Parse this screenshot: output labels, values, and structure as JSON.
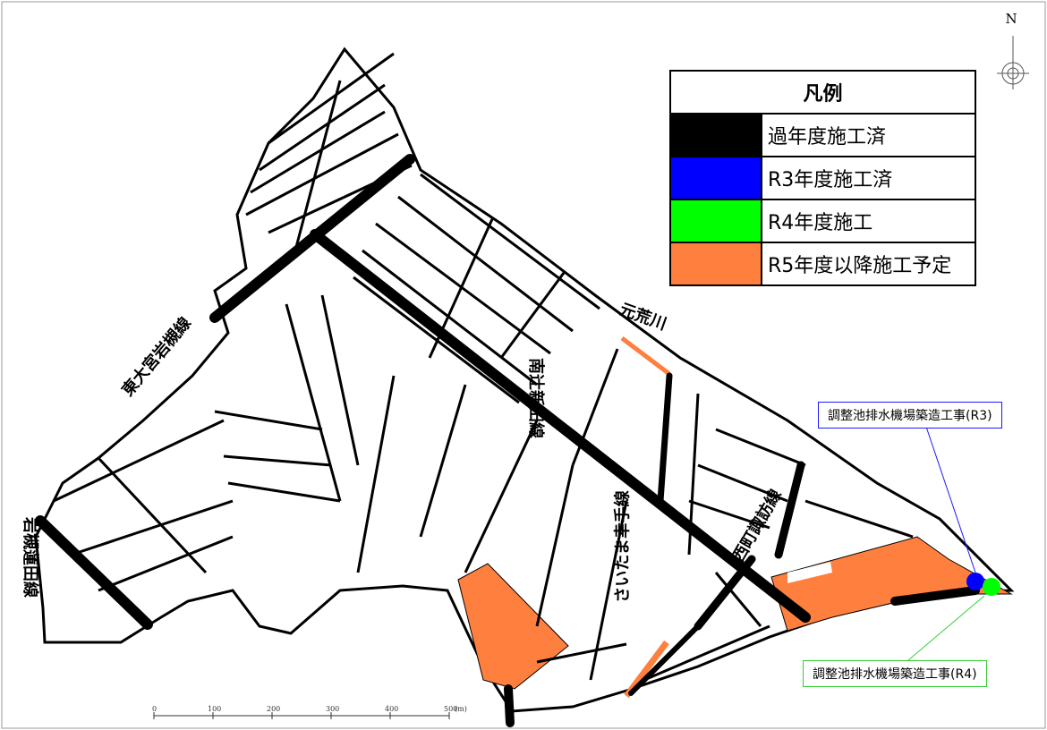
{
  "legend": {
    "title": "凡例",
    "items": [
      {
        "label": "過年度施工済",
        "color": "#000000"
      },
      {
        "label": "R3年度施工済",
        "color": "#0000ff"
      },
      {
        "label": "R4年度施工",
        "color": "#00ff00"
      },
      {
        "label": "R5年度以降施工予定",
        "color": "#ff7f3f"
      }
    ]
  },
  "north_label": "N",
  "callouts": {
    "r3": {
      "text": "調整池排水機場築造工事(R3)",
      "color": "#1a1aff"
    },
    "r4": {
      "text": "調整池排水機場築造工事(R4)",
      "color": "#33cc33"
    }
  },
  "road_labels": {
    "higashi_omiya": "東大宮岩槻線",
    "iwatsuki_hasuda": "岩槻蓮田線",
    "minamitsuji": "南辻新田線",
    "saitama_sachite": "さいたま幸手線",
    "nishimachi_suwa": "西町諏訪線",
    "motoarakawa": "元荒川"
  },
  "scale": {
    "ticks": [
      "0",
      "100",
      "200",
      "300",
      "400",
      "500"
    ],
    "unit": "(m)"
  }
}
